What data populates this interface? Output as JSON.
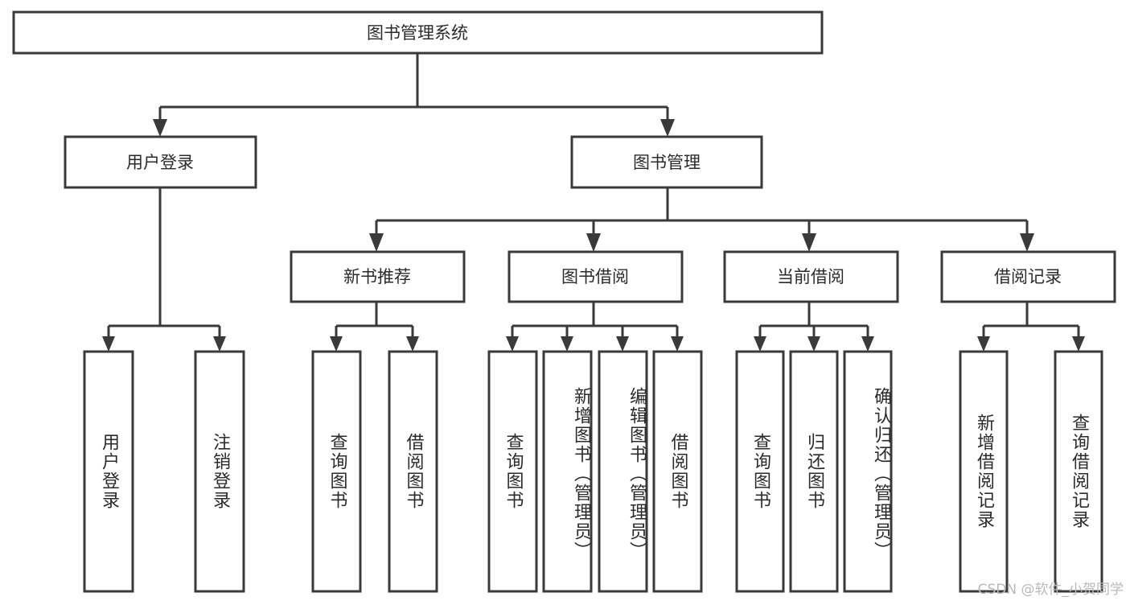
{
  "diagram": {
    "type": "tree-hierarchy",
    "orientation": "top-down",
    "root": {
      "id": "root",
      "label": "图书管理系统"
    },
    "level2": [
      {
        "id": "user-login",
        "label": "用户登录"
      },
      {
        "id": "book-management",
        "label": "图书管理"
      }
    ],
    "level3": [
      {
        "id": "new-book-recommend",
        "label": "新书推荐",
        "parent": "book-management"
      },
      {
        "id": "book-borrow",
        "label": "图书借阅",
        "parent": "book-management"
      },
      {
        "id": "current-borrow",
        "label": "当前借阅",
        "parent": "book-management"
      },
      {
        "id": "borrow-record",
        "label": "借阅记录",
        "parent": "book-management"
      }
    ],
    "leaves": [
      {
        "id": "leaf-user-login",
        "label": "用户登录",
        "parent": "user-login"
      },
      {
        "id": "leaf-user-logout",
        "label": "注销登录",
        "parent": "user-login"
      },
      {
        "id": "leaf-query-book-1",
        "label": "查询图书",
        "parent": "new-book-recommend"
      },
      {
        "id": "leaf-borrow-book-1",
        "label": "借阅图书",
        "parent": "new-book-recommend"
      },
      {
        "id": "leaf-query-book-2",
        "label": "查询图书",
        "parent": "book-borrow"
      },
      {
        "id": "leaf-add-book",
        "label": "新增图书（管理员）",
        "parent": "book-borrow"
      },
      {
        "id": "leaf-edit-book",
        "label": "编辑图书（管理员）",
        "parent": "book-borrow"
      },
      {
        "id": "leaf-borrow-book-2",
        "label": "借阅图书",
        "parent": "book-borrow"
      },
      {
        "id": "leaf-query-book-3",
        "label": "查询图书",
        "parent": "current-borrow"
      },
      {
        "id": "leaf-return-book",
        "label": "归还图书",
        "parent": "current-borrow"
      },
      {
        "id": "leaf-confirm-return",
        "label": "确认归还（管理员）",
        "parent": "current-borrow"
      },
      {
        "id": "leaf-add-record",
        "label": "新增借阅记录",
        "parent": "borrow-record"
      },
      {
        "id": "leaf-query-record",
        "label": "查询借阅记录",
        "parent": "borrow-record"
      }
    ],
    "colors": {
      "box_stroke": "#3a3a3a",
      "box_fill": "#ffffff",
      "text": "#2b2b2b",
      "background": "#ffffff",
      "watermark": "#b9b9b9"
    }
  },
  "watermark": {
    "text": "CSDN @软件_小贺同学"
  }
}
